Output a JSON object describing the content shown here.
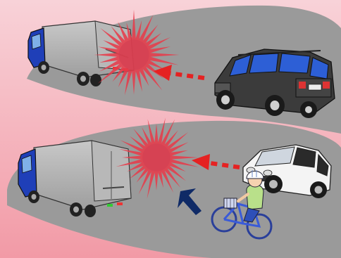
{
  "scene": {
    "panels": [
      {
        "id": "top",
        "hazard": "rear-end-collision",
        "actors": [
          "delivery-truck",
          "black-suv"
        ],
        "arrow": "red-dotted-left",
        "burst": "red-starburst"
      },
      {
        "id": "bottom",
        "hazard": "rear-end-collision-with-cyclist",
        "actors": [
          "delivery-truck",
          "white-hatchback",
          "child-cyclist"
        ],
        "arrows": [
          "red-dotted-left",
          "navy-arrow-up-left"
        ],
        "burst": "red-starburst"
      }
    ]
  },
  "colors": {
    "background_top": "#f7c9d0",
    "background_bottom": "#f3a6b1",
    "road": "#9a9a9a",
    "burst": "#e63b4a",
    "arrow_red": "#e52222",
    "arrow_navy": "#0f2a66",
    "truck_cab": "#1f3fb8",
    "suv": "#3b3b3b",
    "hatchback": "#f2f2f2",
    "bicycle": "#3a5bd8",
    "cyclist_shirt": "#b9e08a"
  }
}
